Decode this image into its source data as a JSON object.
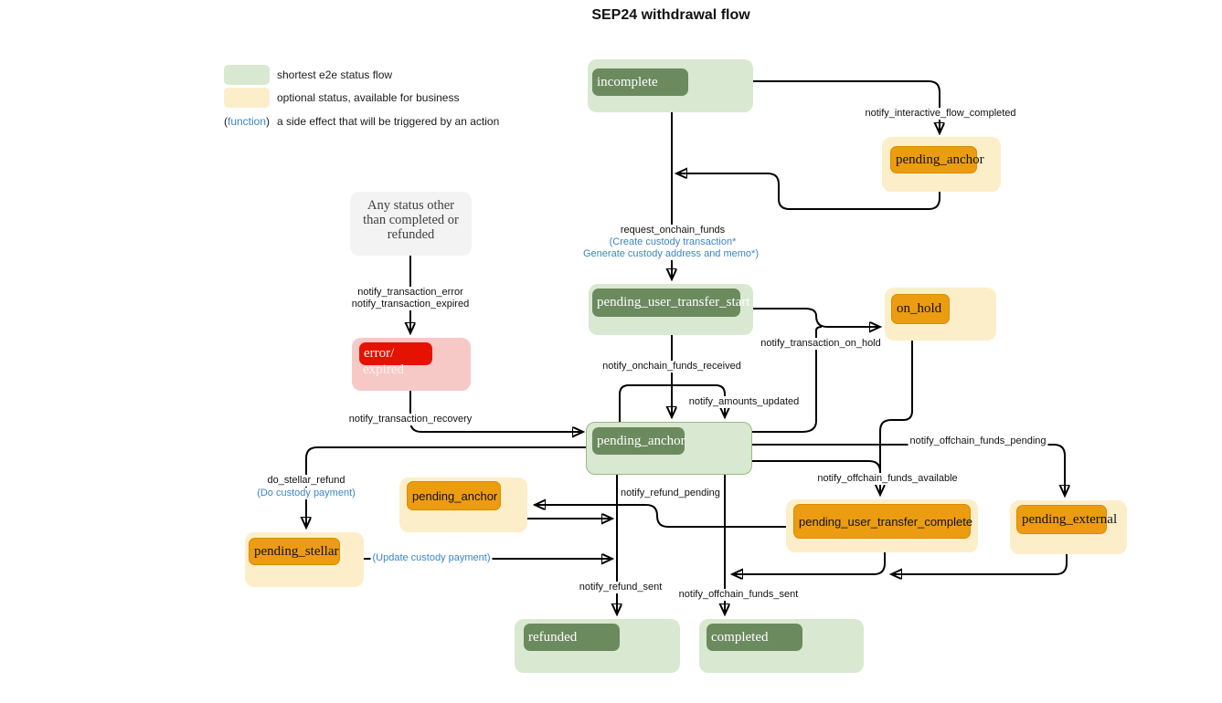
{
  "title": "SEP24 withdrawal flow",
  "legend": {
    "green_label": "shortest e2e status flow",
    "yellow_label": "optional status, available for business",
    "fn_open": "(",
    "fn_word": "function",
    "fn_close": ")",
    "function_desc": "a side effect that will be triggered by an action"
  },
  "nodes": {
    "incomplete": {
      "label": "incomplete"
    },
    "pending_anchor_top": {
      "label": "pending_anchor"
    },
    "any_status": {
      "lines": [
        "Any status other",
        "than completed or",
        "refunded"
      ]
    },
    "error_expired": {
      "line1": "error/",
      "line2": "expired"
    },
    "pending_user_transfer_start": {
      "label": "pending_user_transfer_start"
    },
    "on_hold": {
      "label": "on_hold"
    },
    "pending_anchor_center": {
      "label": "pending_anchor"
    },
    "pending_anchor_refund": {
      "label": "pending_anchor"
    },
    "pending_user_transfer_complete": {
      "label": "pending_user_transfer_complete"
    },
    "pending_external": {
      "label": "pending_external"
    },
    "pending_stellar": {
      "label": "pending_stellar"
    },
    "refunded": {
      "label": "refunded"
    },
    "completed": {
      "label": "completed"
    }
  },
  "edges": {
    "notify_interactive_flow_completed": "notify_interactive_flow_completed",
    "request_onchain_funds": "request_onchain_funds",
    "create_custody": "(Create custody transaction*",
    "generate_custody": "Generate custody address and memo*)",
    "notify_transaction_error": "notify_transaction_error",
    "notify_transaction_expired": "notify_transaction_expired",
    "notify_onchain_funds_received": "notify_onchain_funds_received",
    "notify_amounts_updated": "notify_amounts_updated",
    "notify_transaction_on_hold": "notify_transaction_on_hold",
    "notify_transaction_recovery": "notify_transaction_recovery",
    "notify_offchain_funds_pending": "notify_offchain_funds_pending",
    "notify_offchain_funds_available": "notify_offchain_funds_available",
    "do_stellar_refund": "do_stellar_refund",
    "do_custody_payment": "(Do custody payment)",
    "notify_refund_pending": "notify_refund_pending",
    "update_custody_payment": "(Update custody payment)",
    "notify_refund_sent": "notify_refund_sent",
    "notify_offchain_funds_sent": "notify_offchain_funds_sent"
  },
  "colors": {
    "green_outer": "#d9e8d1",
    "green_inner": "#6b8a5e",
    "green_border": "#95bb80",
    "yellow_outer": "#fdeeca",
    "orange_inner": "#ec9c10",
    "pink_outer": "#f6c9c6",
    "red_inner": "#e51202",
    "gray_node": "#f3f3f3",
    "function_blue": "#3d85c6",
    "line_black": "#000000"
  }
}
